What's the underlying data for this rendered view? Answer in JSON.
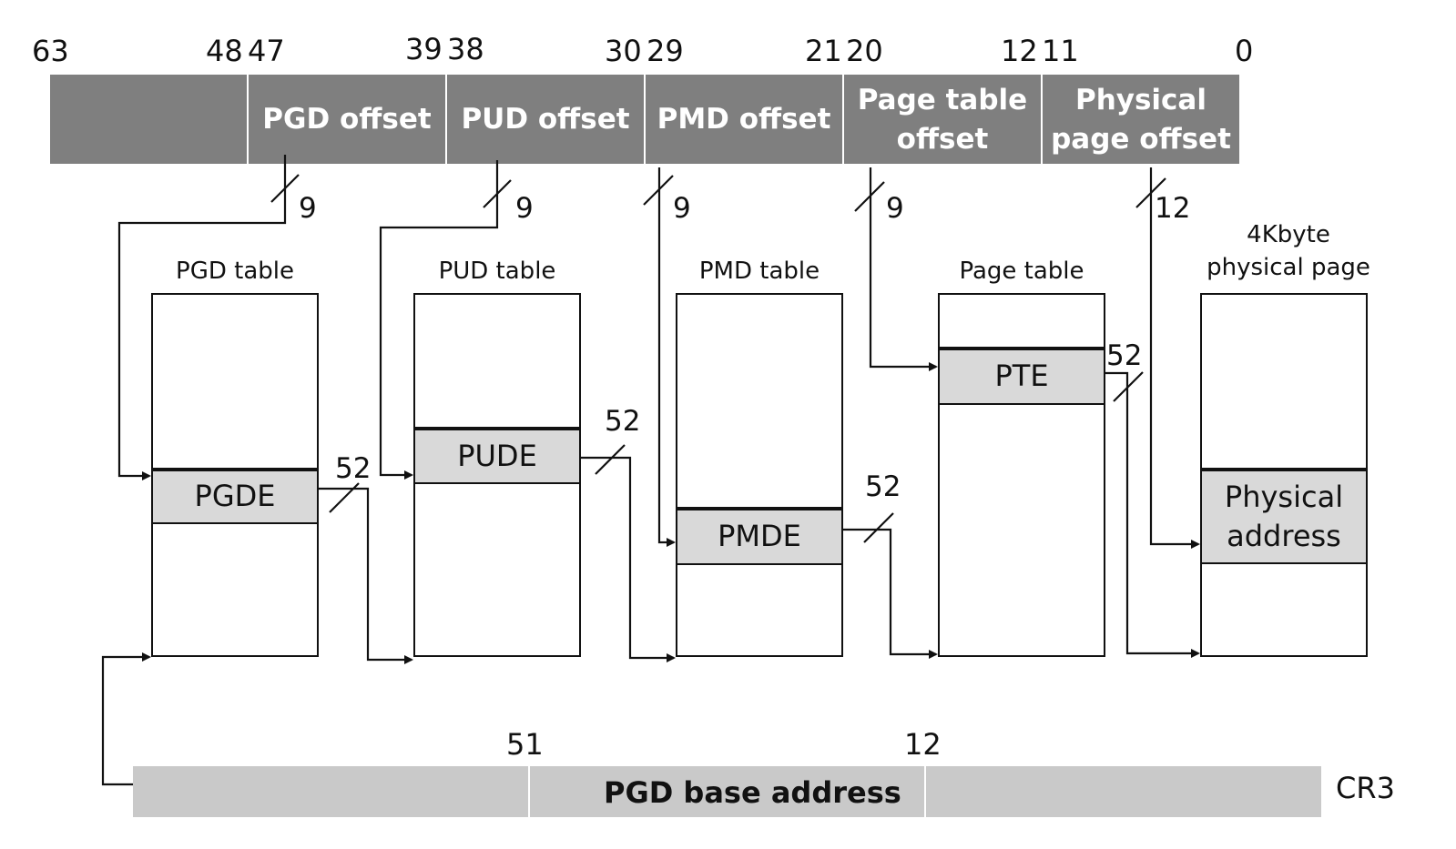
{
  "bit_labels": [
    "63",
    "48",
    "47",
    "39",
    "38",
    "30",
    "29",
    "21",
    "20",
    "12",
    "11",
    "0"
  ],
  "address_fields": [
    {
      "label": ""
    },
    {
      "label": "PGD offset"
    },
    {
      "label": "PUD offset"
    },
    {
      "label": "PMD offset"
    },
    {
      "label": "Page table\noffset"
    },
    {
      "label": "Physical\npage offset"
    }
  ],
  "index_widths": [
    "9",
    "9",
    "9",
    "9",
    "12"
  ],
  "tables": [
    {
      "title": "PGD table",
      "entry": "PGDE",
      "width": "52"
    },
    {
      "title": "PUD table",
      "entry": "PUDE",
      "width": "52"
    },
    {
      "title": "PMD table",
      "entry": "PMDE",
      "width": "52"
    },
    {
      "title": "Page table",
      "entry": "PTE",
      "width": "52"
    },
    {
      "title": "4Kbyte\nphysical page",
      "entry": "Physical\naddress"
    }
  ],
  "cr3": {
    "bit_high": "51",
    "bit_low": "12",
    "field_label": "PGD base address",
    "register_name": "CR3"
  },
  "colors": {
    "address_bar": "#7f7f7f",
    "entry_fill": "#d9d9d9",
    "cr3_fill": "#c9c9c9",
    "line": "#111111"
  }
}
